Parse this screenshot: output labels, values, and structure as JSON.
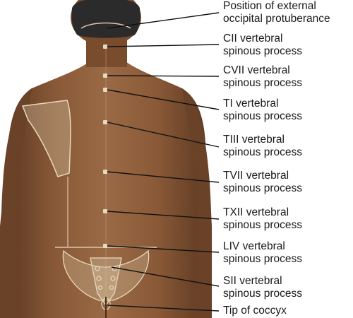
{
  "labels": [
    {
      "line1": "Position of external",
      "line2": "occipital protuberance"
    },
    {
      "line1": "CII vertebral",
      "line2": "spinous process"
    },
    {
      "line1": "CVII vertebral",
      "line2": "spinous process"
    },
    {
      "line1": "TI vertebral",
      "line2": "spinous process"
    },
    {
      "line1": "TIII vertebral",
      "line2": "spinous process"
    },
    {
      "line1": "TVII vertebral",
      "line2": "spinous process"
    },
    {
      "line1": "TXII vertebral",
      "line2": "spinous process"
    },
    {
      "line1": "LIV vertebral",
      "line2": "spinous process"
    },
    {
      "line1": "SII vertebral",
      "line2": "spinous process"
    },
    {
      "line1": "Tip of coccyx",
      "line2": ""
    }
  ],
  "colors": {
    "skin": "#8a5a38",
    "skin_shadow": "#5e3a22",
    "hair": "#2b2b2b",
    "bone_outline": "#d9c9a8",
    "leader_line": "#111111"
  }
}
